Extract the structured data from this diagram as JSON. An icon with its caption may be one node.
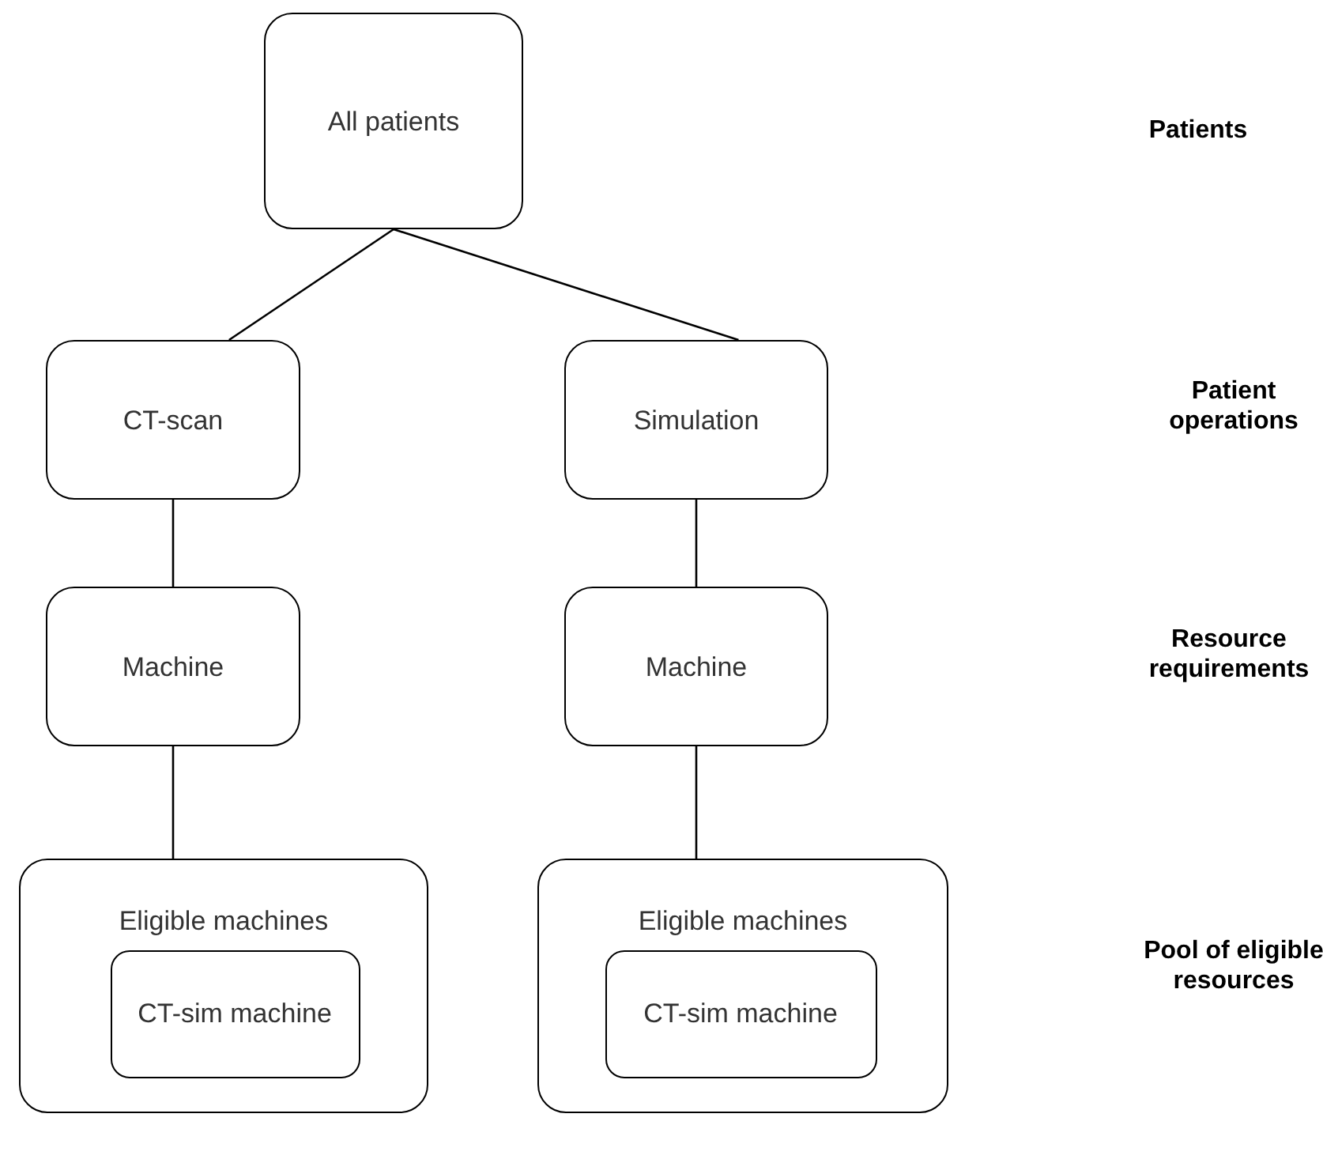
{
  "diagram": {
    "nodes": [
      {
        "text": [
          "All patients"
        ]
      },
      {
        "text": [
          "CT-scan"
        ]
      },
      {
        "text": [
          "Simulation"
        ]
      },
      {
        "text": [
          "Machine"
        ]
      },
      {
        "text": [
          "Machine"
        ]
      },
      {
        "text": [
          "Eligible machines"
        ]
      },
      {
        "text": [
          "CT-sim machine"
        ],
        "in": 5
      },
      {
        "text": [
          "Eligible machines"
        ]
      },
      {
        "text": [
          "CT-sim machine"
        ],
        "in": 7
      }
    ],
    "edges": [
      {
        "from": 0,
        "to": 1,
        "arrow": "none"
      },
      {
        "from": 0,
        "to": 2,
        "arrow": "none"
      },
      {
        "from": 1,
        "to": 3,
        "arrow": "none"
      },
      {
        "from": 2,
        "to": 4,
        "arrow": "none"
      },
      {
        "from": 3,
        "to": 5,
        "arrow": "none"
      },
      {
        "from": 4,
        "to": 7,
        "arrow": "none"
      }
    ],
    "labels": [
      "Patients",
      "Patient operations",
      "Resource requirements",
      "Pool of eligible resources"
    ]
  }
}
